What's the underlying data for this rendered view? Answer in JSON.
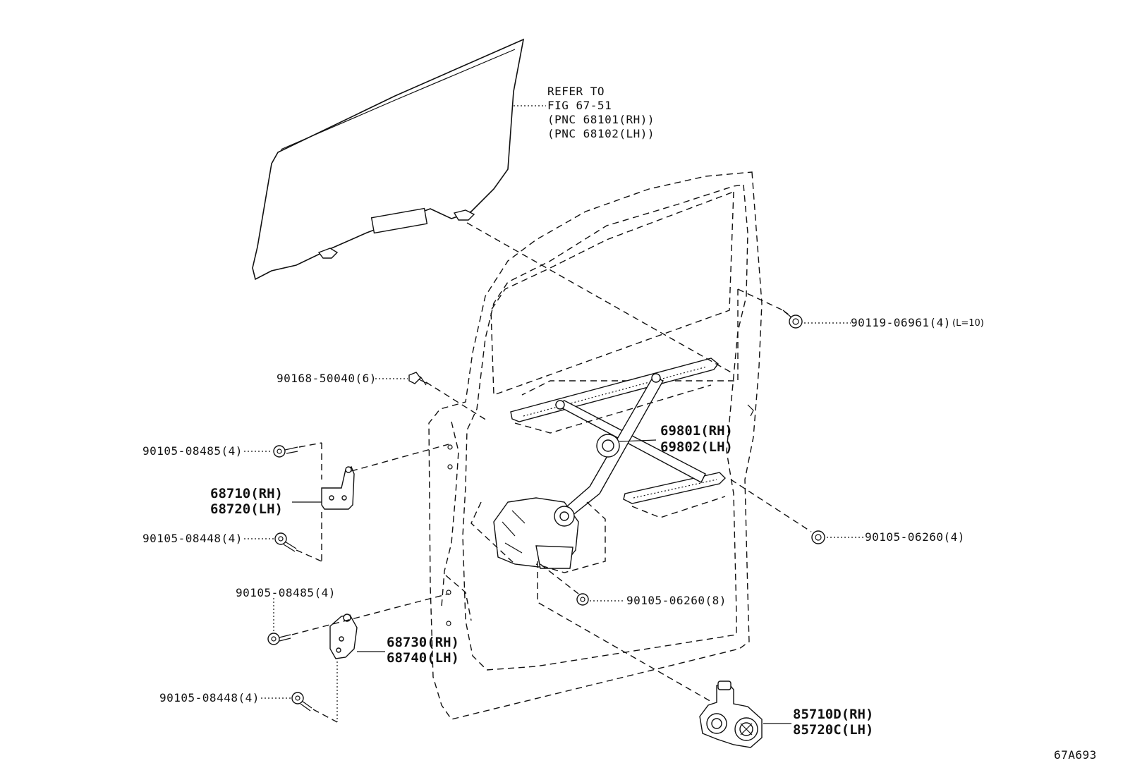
{
  "refer": {
    "line1": "REFER TO",
    "line2": "FIG 67-51",
    "line3": "(PNC 68101(RH))",
    "line4": "(PNC 68102(LH))"
  },
  "labels": {
    "bolt_90119": "90119-06961(4)",
    "bolt_90119_note": "(L=10)",
    "bolt_90168": "90168-50040(6)",
    "regulator_rh": "69801(RH)",
    "regulator_lh": "69802(LH)",
    "bolt_90105_08485_a": "90105-08485(4)",
    "hinge_upper_rh": "68710(RH)",
    "hinge_upper_lh": "68720(LH)",
    "bolt_90105_08448_a": "90105-08448(4)",
    "bolt_90105_06260_right": "90105-06260(4)",
    "bolt_90105_06260_center": "90105-06260(8)",
    "bolt_90105_08485_b": "90105-08485(4)",
    "hinge_lower_rh": "68730(RH)",
    "hinge_lower_lh": "68740(LH)",
    "bolt_90105_08448_b": "90105-08448(4)",
    "motor_rh": "85710D(RH)",
    "motor_lh": "85720C(LH)",
    "figure_code": "67A693"
  }
}
